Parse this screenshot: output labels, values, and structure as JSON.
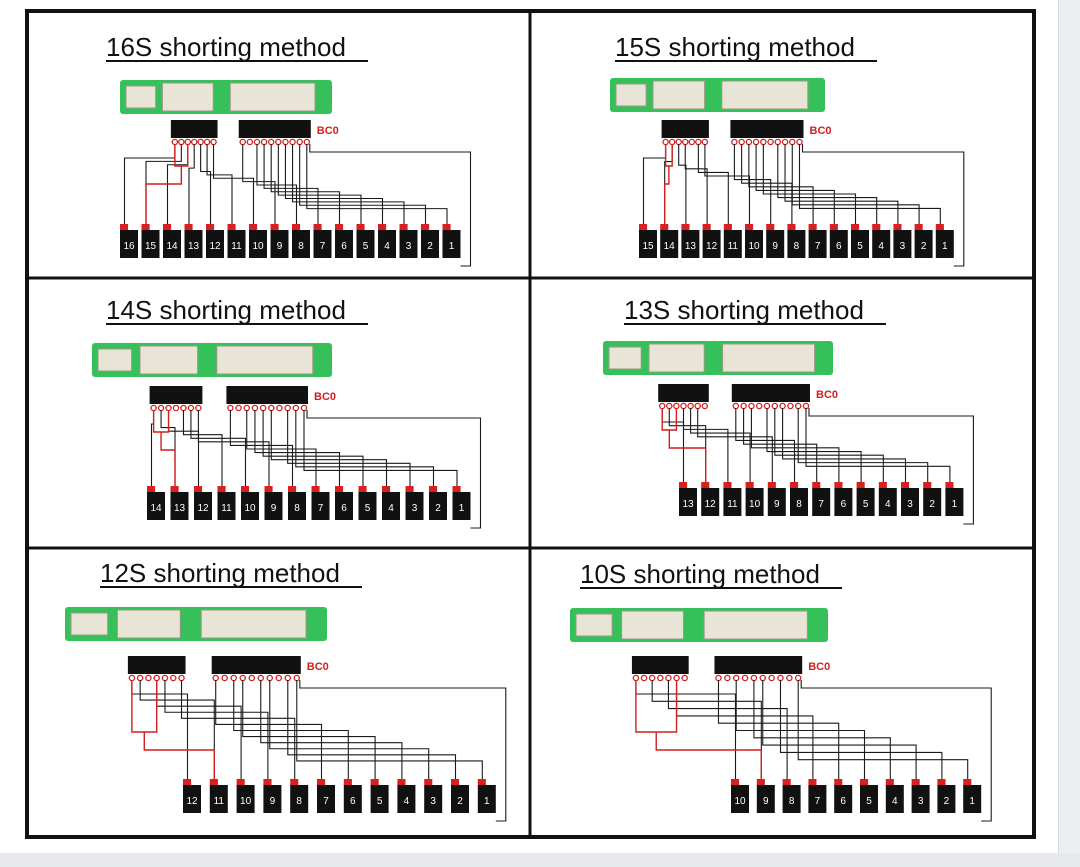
{
  "bms_label": "BC0",
  "panels": [
    {
      "title": "16S shorting method",
      "cells": [
        "16",
        "15",
        "14",
        "13",
        "12",
        "11",
        "10",
        "9",
        "8",
        "7",
        "6",
        "5",
        "4",
        "3",
        "2",
        "1"
      ]
    },
    {
      "title": "15S shorting method",
      "cells": [
        "15",
        "14",
        "13",
        "12",
        "11",
        "10",
        "9",
        "8",
        "7",
        "6",
        "5",
        "4",
        "3",
        "2",
        "1"
      ]
    },
    {
      "title": "14S shorting method",
      "cells": [
        "14",
        "13",
        "12",
        "11",
        "10",
        "9",
        "8",
        "7",
        "6",
        "5",
        "4",
        "3",
        "2",
        "1"
      ]
    },
    {
      "title": "13S shorting method",
      "cells": [
        "13",
        "12",
        "11",
        "10",
        "9",
        "8",
        "7",
        "6",
        "5",
        "4",
        "3",
        "2",
        "1"
      ]
    },
    {
      "title": "12S shorting method",
      "cells": [
        "12",
        "11",
        "10",
        "9",
        "8",
        "7",
        "6",
        "5",
        "4",
        "3",
        "2",
        "1"
      ]
    },
    {
      "title": "10S shorting method",
      "cells": [
        "10",
        "9",
        "8",
        "7",
        "6",
        "5",
        "4",
        "3",
        "2",
        "1"
      ]
    }
  ],
  "colors": {
    "wire": "#1a1a1a",
    "short_wire": "#d21f1f",
    "pcb": "#35c05a",
    "connector": "#e8e4d6",
    "cell": "#111111",
    "cell_top": "#d82020",
    "border": "#111111"
  }
}
